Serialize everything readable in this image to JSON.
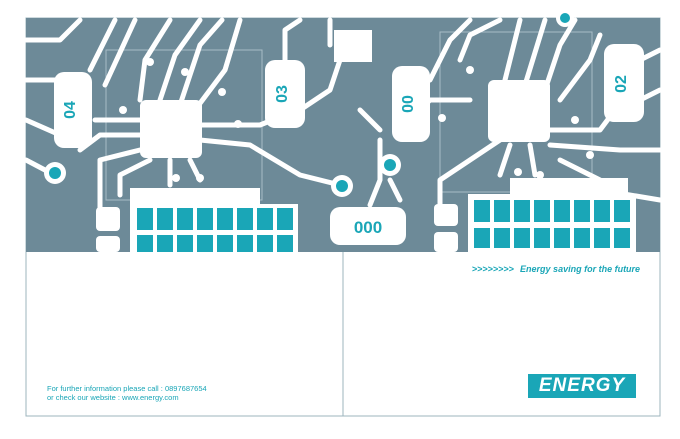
{
  "colors": {
    "board": "#6d8a98",
    "trace": "#ffffff",
    "accent": "#1aa6b7",
    "line": "#9cb4be"
  },
  "labels": {
    "left_chip": "04",
    "mid_chip": "03",
    "center_chip": "000",
    "right_chip_a": "00",
    "right_chip_b": "02"
  },
  "tagline": {
    "arrows": ">>>>>>>>",
    "text": "Energy saving for the future"
  },
  "contact": {
    "line1": "For further information please call :  0897687654",
    "line2": "or check our website : www.energy.com"
  },
  "logo": {
    "text": "ENERGY"
  }
}
